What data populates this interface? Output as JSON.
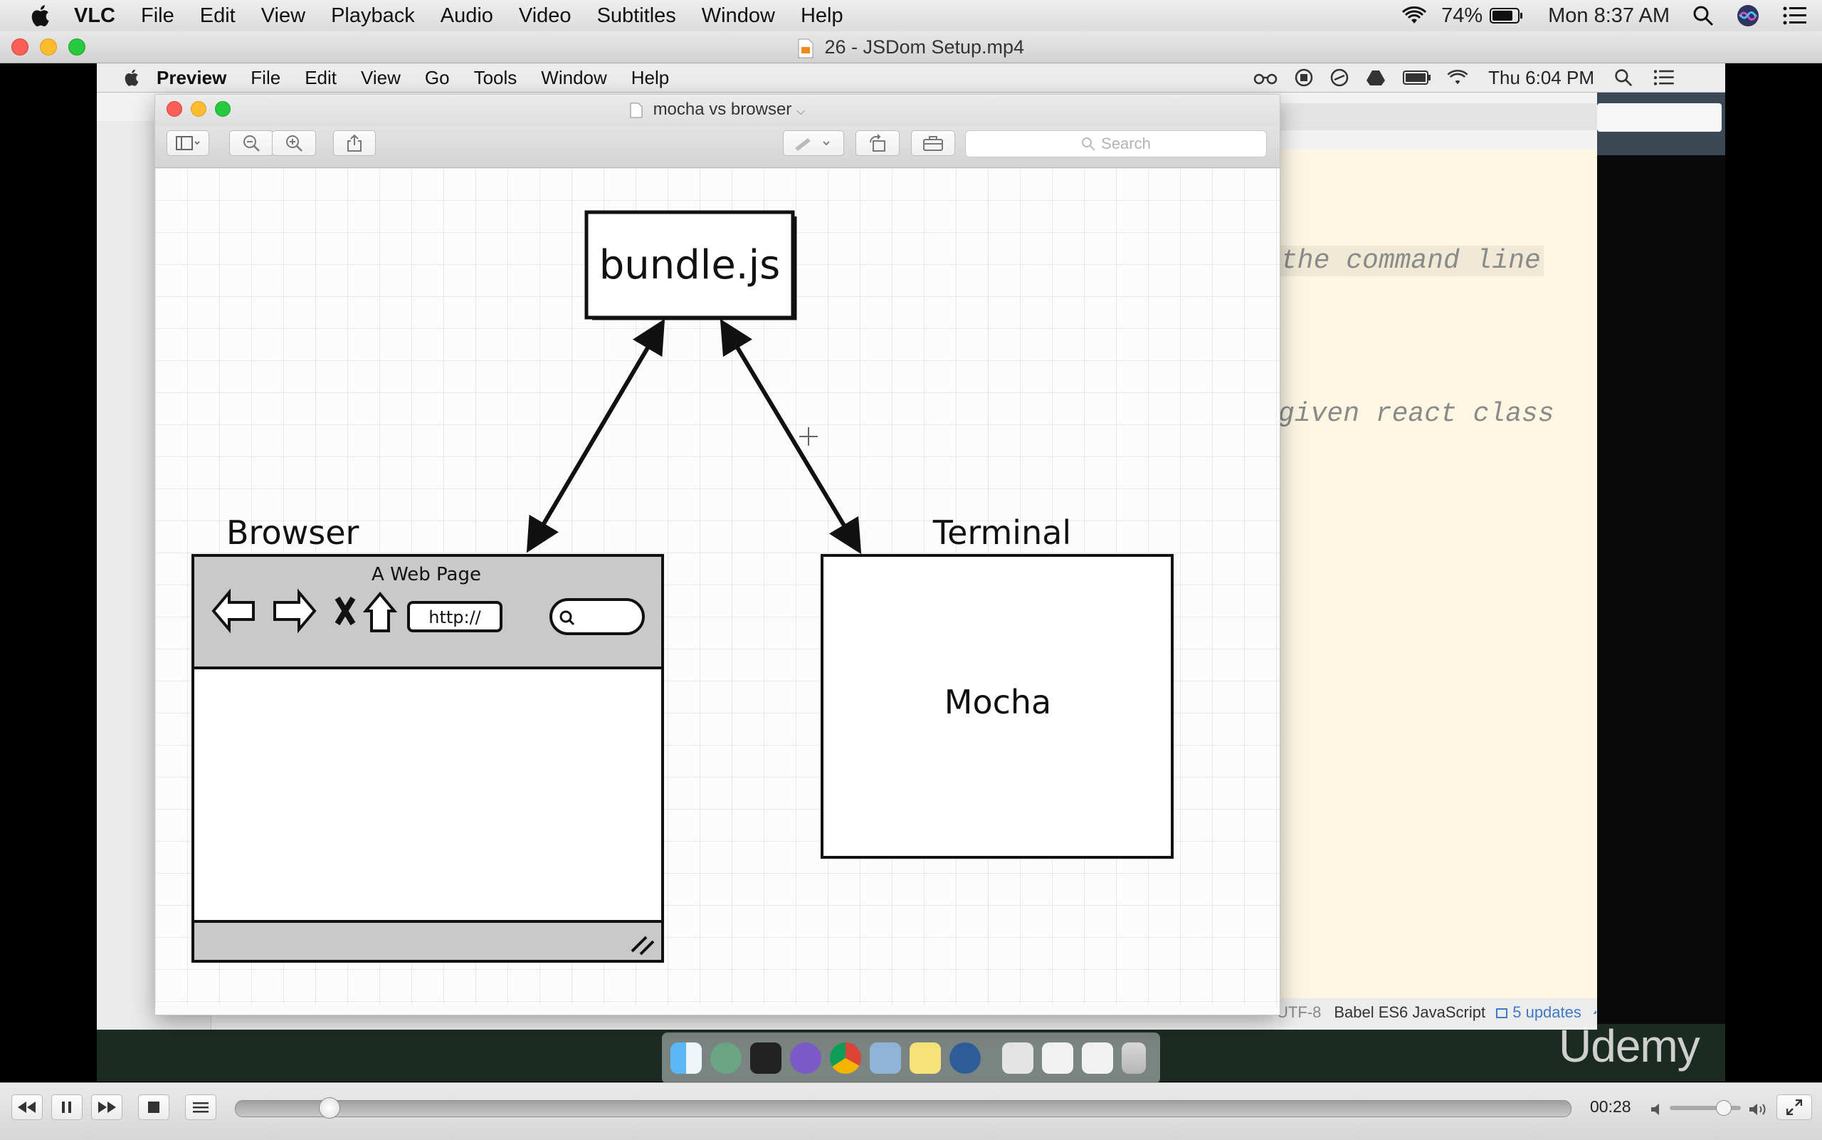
{
  "host_menubar": {
    "items": [
      "VLC",
      "File",
      "Edit",
      "View",
      "Playback",
      "Audio",
      "Video",
      "Subtitles",
      "Window",
      "Help"
    ],
    "battery": "74%",
    "clock": "Mon 8:37 AM"
  },
  "vlc_window": {
    "title": "26 - JSDom Setup.mp4"
  },
  "inner_menubar": {
    "items": [
      "Preview",
      "File",
      "Edit",
      "View",
      "Go",
      "Tools",
      "Window",
      "Help"
    ],
    "clock": "Thu 6:04 PM"
  },
  "preview_window": {
    "title": "mocha vs browser",
    "search_placeholder": "Search"
  },
  "diagram": {
    "bundle_label": "bundle.js",
    "browser_label": "Browser",
    "webpage_title": "A Web Page",
    "url_text": "http://",
    "terminal_label": "Terminal",
    "mocha_label": "Mocha"
  },
  "background_editor": {
    "code_line_1": "the command line",
    "code_line_2": "given react class",
    "status_encoding": "UTF-8",
    "status_grammar": "Babel ES6 JavaScript",
    "status_updates": "5 updates"
  },
  "watermark": "Udemy",
  "vlc_controls": {
    "elapsed": "00:28",
    "progress": 0.07,
    "volume": 0.75
  }
}
